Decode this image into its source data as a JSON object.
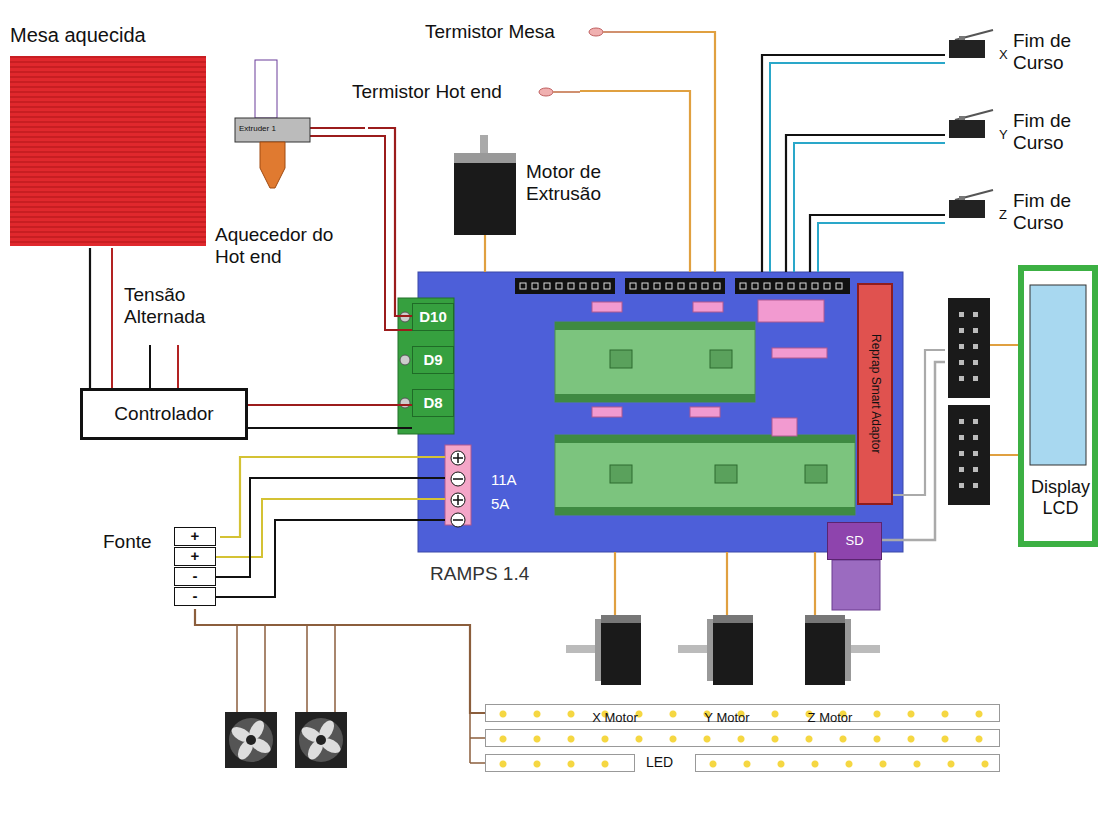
{
  "diagram": {
    "nodes": [
      {
        "text": [
          "Mesa aquecida"
        ]
      },
      {
        "text": [
          "Termistor Mesa"
        ]
      },
      {
        "text": [
          "Termistor Hot end"
        ]
      },
      {
        "text": [
          "Extruder 1",
          "Aquecedor do Hot end"
        ]
      },
      {
        "text": [
          "Motor de Extrusão"
        ]
      },
      {
        "text": [
          "X",
          "Fim de Curso"
        ]
      },
      {
        "text": [
          "Y",
          "Fim de Curso"
        ]
      },
      {
        "text": [
          "Z",
          "Fim de Curso"
        ]
      },
      {
        "text": [
          "Controlador"
        ]
      },
      {
        "text": [
          "RAMPS 1.4"
        ]
      },
      {
        "text": [
          "D10"
        ],
        "in": 9
      },
      {
        "text": [
          "D9"
        ],
        "in": 9
      },
      {
        "text": [
          "D8"
        ],
        "in": 9
      },
      {
        "text": [
          "11A",
          "5A"
        ],
        "in": 9
      },
      {
        "text": [
          "Reprap Smart Adaptor"
        ],
        "in": 9
      },
      {
        "text": [
          "SD"
        ],
        "in": 9
      },
      {
        "text": [
          "Display LCD"
        ]
      },
      {
        "text": [
          "Fonte",
          "+",
          "+",
          "-",
          "-"
        ]
      },
      {
        "text": [
          "X Motor"
        ]
      },
      {
        "text": [
          "Y Motor"
        ]
      },
      {
        "text": [
          "Z Motor"
        ]
      },
      {
        "text": [
          "LED"
        ]
      }
    ],
    "edges": [
      {
        "from": 0,
        "to": 8,
        "arrow": "none"
      },
      {
        "from": 3,
        "to": 10,
        "arrow": "none"
      },
      {
        "from": 8,
        "to": 12,
        "arrow": "none"
      },
      {
        "from": 1,
        "to": 9,
        "arrow": "none"
      },
      {
        "from": 2,
        "to": 9,
        "arrow": "none"
      },
      {
        "from": 4,
        "to": 9,
        "arrow": "none"
      },
      {
        "from": 5,
        "to": 9,
        "arrow": "none"
      },
      {
        "from": 6,
        "to": 9,
        "arrow": "none"
      },
      {
        "from": 7,
        "to": 9,
        "arrow": "none"
      },
      {
        "from": 17,
        "to": 13,
        "arrow": "none"
      },
      {
        "from": 14,
        "to": 16,
        "arrow": "none"
      },
      {
        "from": 9,
        "to": 18,
        "arrow": "none"
      },
      {
        "from": 9,
        "to": 19,
        "arrow": "none"
      },
      {
        "from": 9,
        "to": 20,
        "arrow": "none"
      },
      {
        "from": 17,
        "to": 21,
        "arrow": "none"
      }
    ],
    "labels": [
      "Tensão Alternada"
    ]
  }
}
